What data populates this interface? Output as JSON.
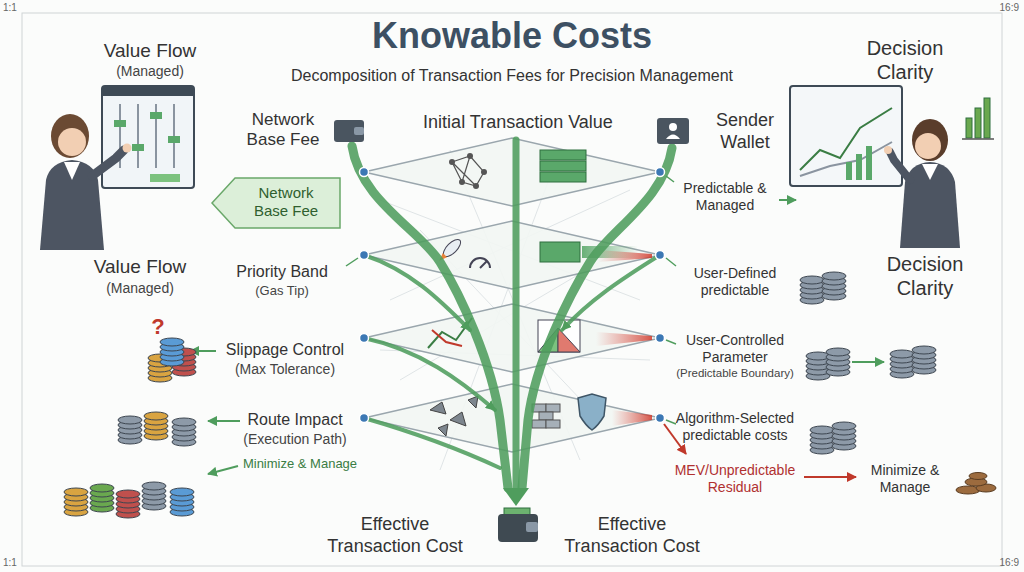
{
  "diagram": {
    "title": "Knowable Costs",
    "nodes": [
      {
        "text": [
          "Network Base Fee"
        ]
      }
    ],
    "labels": [
      "1:1",
      "16:9",
      "Decomposition of Transaction Fees for Precision Management",
      "Value Flow",
      "(Managed)",
      "Decision Clarity",
      "Network Base Fee",
      "Initial Transaction Value",
      "Sender Wallet",
      "Predictable & Managed",
      "Value Flow",
      "(Managed)",
      "Decision Clarity",
      "Priority Band",
      "(Gas Tip)",
      "User-Defined predictable",
      "Slippage Control",
      "(Max Tolerance)",
      "?",
      "User-Controlled Parameter",
      "(Predictable Boundary)",
      "Route Impact",
      "(Execution Path)",
      "Algorithm-Selected predictable costs",
      "Minimize & Manage",
      "MEV/Unpredictable Residual",
      "Minimize & Manage",
      "Effective Transaction Cost",
      "Effective Transaction Cost",
      "1:1",
      "16:9"
    ]
  }
}
